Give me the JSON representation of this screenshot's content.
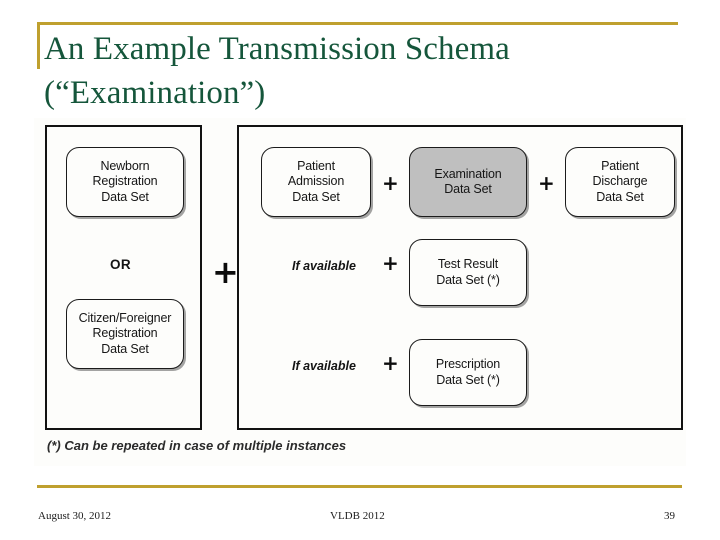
{
  "slide": {
    "title_line1": "An Example Transmission Schema",
    "title_line2": "(“Examination”)",
    "accent_color": "#bfa02e",
    "title_color": "#15563b"
  },
  "figure": {
    "note": "(*) Can be repeated in case of multiple instances",
    "shaded_fill": "#bfbfbf",
    "left_panel": {
      "boxes": [
        {
          "label": "Newborn\nRegistration\nData Set",
          "shaded": false
        },
        {
          "label": "Citizen/Foreigner\nRegistration\nData Set",
          "shaded": false
        }
      ],
      "operator": "OR"
    },
    "panel_join_operator": "+",
    "right_panel": {
      "row1": {
        "boxes": [
          {
            "label": "Patient\nAdmission\nData Set",
            "shaded": false
          },
          {
            "label": "Examination\nData Set",
            "shaded": true
          },
          {
            "label": "Patient\nDischarge\nData Set",
            "shaded": false
          }
        ],
        "operators": [
          "+",
          "+"
        ]
      },
      "row2": {
        "condition": "If available",
        "operator": "+",
        "box": {
          "label": "Test Result\nData Set (*)",
          "shaded": false
        }
      },
      "row3": {
        "condition": "If available",
        "operator": "+",
        "box": {
          "label": "Prescription\nData Set (*)",
          "shaded": false
        }
      }
    }
  },
  "footer": {
    "date": "August 30, 2012",
    "event": "VLDB 2012",
    "page_number": "39"
  }
}
